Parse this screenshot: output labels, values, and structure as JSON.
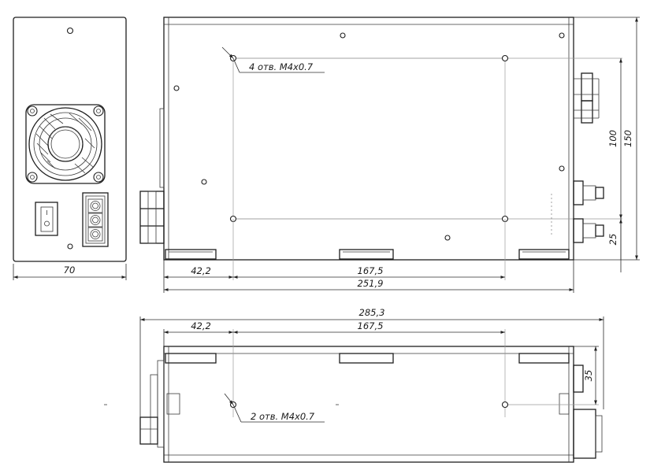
{
  "dimensions": {
    "front_width": "70",
    "top_offset": "42,2",
    "top_hole_spacing": "167,5",
    "top_length": "251,9",
    "height_100": "100",
    "height_150": "150",
    "height_25": "25",
    "side_total": "285,3",
    "side_offset": "42,2",
    "side_hole_spacing": "167,5",
    "side_height_35": "35"
  },
  "callouts": {
    "top_holes": "4 отв. М4x0.7",
    "side_holes": "2 отв. М4x0.7"
  }
}
